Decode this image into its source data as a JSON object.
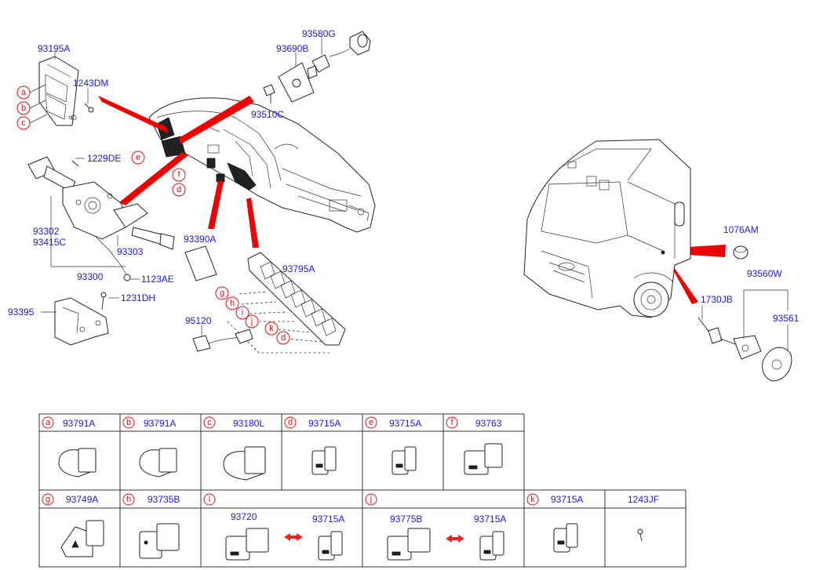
{
  "diagram": {
    "part_labels": {
      "p93195A": "93195A",
      "p1243DM": "1243DM",
      "p93580G": "93580G",
      "p93690B": "93690B",
      "p93510C": "93510C",
      "p1229DE": "1229DE",
      "p93302": "93302",
      "p93415C": "93415C",
      "p93303": "93303",
      "p93300": "93300",
      "p1123AE": "1123AE",
      "p93390A": "93390A",
      "p93795A": "93795A",
      "p95120": "95120",
      "p93395": "93395",
      "p1231DH": "1231DH",
      "p1076AM": "1076AM",
      "p93560W": "93560W",
      "p1730JB": "1730JB",
      "p93561": "93561"
    },
    "callouts": {
      "a": "a",
      "b": "b",
      "c": "c",
      "d": "d",
      "e": "e",
      "f": "f",
      "d2": "d",
      "g": "g",
      "h": "h",
      "i": "i",
      "j": "j",
      "k": "k"
    }
  },
  "legend_table": {
    "row1": [
      {
        "letter": "a",
        "part": "93791A"
      },
      {
        "letter": "b",
        "part": "93791A"
      },
      {
        "letter": "c",
        "part": "93180L"
      },
      {
        "letter": "d",
        "part": "93715A"
      },
      {
        "letter": "e",
        "part": "93715A"
      },
      {
        "letter": "f",
        "part": "93763"
      }
    ],
    "row2": [
      {
        "letter": "g",
        "part": "93749A"
      },
      {
        "letter": "h",
        "part": "93735B"
      },
      {
        "letter": "i",
        "part": ""
      },
      {
        "letter": "j",
        "part": ""
      },
      {
        "letter": "k",
        "part": "93715A"
      },
      {
        "letter": "",
        "part": "1243JF"
      }
    ],
    "cell_i_parts": [
      "93720",
      "93715A"
    ],
    "cell_j_parts": [
      "93775B",
      "93715A"
    ]
  },
  "colors": {
    "part_number": "#1a1ad6",
    "callout": "#e01010",
    "leader_arrow": "#ee0000",
    "pair_arrow": "#ee2222",
    "line": "#222222"
  },
  "icons": [
    "switch-icon",
    "bolt-icon",
    "double-arrow-icon"
  ]
}
